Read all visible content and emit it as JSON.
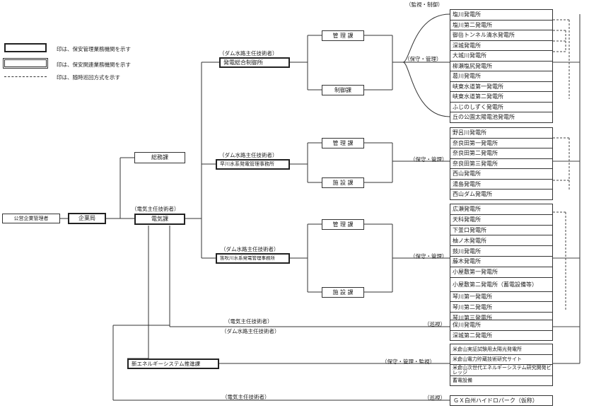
{
  "legend": [
    {
      "style": "thick",
      "text": "印は、保安管理業務機関を示す"
    },
    {
      "style": "double",
      "text": "印は、保安関連業務機関を示す"
    },
    {
      "style": "dashed",
      "text": "印は、随時巡回方式を示す"
    }
  ],
  "root": {
    "council": "公営企業管理者",
    "bureau": "企業局",
    "general_affairs": "総務課",
    "electric_division": "電気課",
    "electric_chief": "（電気主任技術者）"
  },
  "control_office": {
    "role": "（ダム水路主任技術者）",
    "name": "発電総合制御所",
    "kanri": "管 理 課",
    "seigyo": "制御課",
    "note_top": "（監視・制御）",
    "note_mid": "（保守・管理）",
    "stations": [
      "塩川発電所",
      "塩川第二発電所",
      "御岳トンネル清水発電所",
      "深城発電所",
      "大城川発電所",
      "柳瀬塩尻発電所",
      "葛川発電所",
      "峡東水道第一発電所",
      "峡東水道第二発電所",
      "ふじのしずく発電所",
      "丘の公園太陽電池発電所"
    ]
  },
  "hayakawa_office": {
    "role": "（ダム水路主任技術者）",
    "name": "早川水系発電管理事務所",
    "kanri": "管 理 課",
    "setsubi": "施 設 課",
    "note": "（保守・管理）",
    "stations": [
      "野呂川発電所",
      "奈良田第一発電所",
      "奈良田第二発電所",
      "奈良田第三発電所",
      "西山発電所",
      "湯島発電所",
      "西山ダム発電所"
    ]
  },
  "fuefuki_office": {
    "role": "（ダム水路主任技術者）",
    "name": "笛吹川水系発電管理事務所",
    "kanri": "管 理 課",
    "setsubi": "施 設 課",
    "note": "（保守・管理）",
    "stations": [
      "広瀬発電所",
      "天科発電所",
      "下釜口発電所",
      "柚ノ木発電所",
      "鼓川発電所",
      "藤木発電所",
      "小屋敷第一発電所",
      "小屋敷第二発電所（蓄電設備等）",
      "琴川第一発電所",
      "琴川第二発電所",
      "琴川第三発電所"
    ]
  },
  "direct": {
    "role1": "（電気主任技術者）",
    "role2": "（ダム水路主任技術者）",
    "note": "（巡視）",
    "stations": [
      "保川発電所",
      "深城第二発電所"
    ]
  },
  "energy": {
    "name": "新エネルギーシステム推進課",
    "note": "（保守・管理・監視）",
    "items": [
      "米倉山実証試験用太陽光発電所",
      "米倉山電力貯蔵技術研究サイト",
      "米倉山次世代エネルギーシステム研究開発ビレッジ",
      "蓄電設備"
    ]
  },
  "gx": {
    "role": "（電気主任技術者）",
    "note": "（巡視）",
    "name": "ＧＸ白州ハイドロパーク（仮称）"
  }
}
